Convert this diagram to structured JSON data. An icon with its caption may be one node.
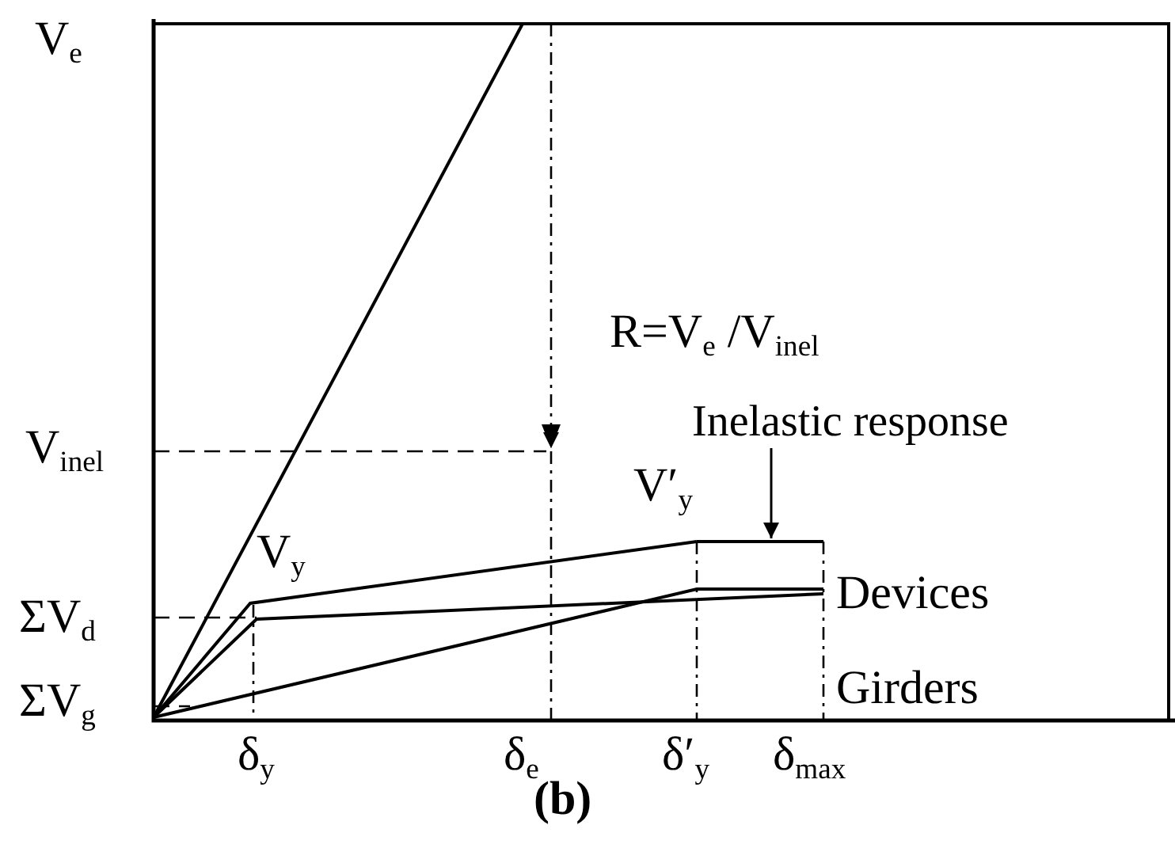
{
  "diagram": {
    "nodes": [
      {
        "text": [
          "Inelastic response"
        ]
      },
      {
        "text": [],
        "shape": "bar"
      }
    ],
    "edges": [
      {
        "from": 0,
        "to": 1,
        "arrow": "to"
      }
    ],
    "labels": [
      "V$_{e}$",
      "R=V$_{e}$ /V$_{inel}$",
      "V$_{inel}$",
      "V′$_{y}$",
      "ΣV$_{d}$",
      "V$_{y}$",
      "Devices",
      "ΣV$_{g}$",
      "Girders",
      "δ$_{y}$",
      "δ$_{e}$",
      "δ′$_{y}$",
      "δ$_{max}$",
      "(b)"
    ]
  }
}
